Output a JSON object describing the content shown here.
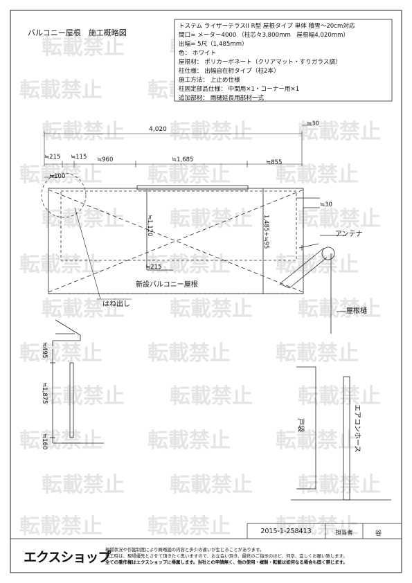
{
  "drawing_title": "バルコニー屋根　施工概略図",
  "spec": {
    "lines": [
      "トステム ライザーテラスII R型 屋根タイプ 単体 積雪～20cm対応",
      "間口= メーター4000 （柱芯々3,800mm　屋根幅4,020mm）",
      "出幅= 5尺（1,485mm）",
      "色： ホワイト",
      "屋根材： ポリカーボネート（クリアマット・すりガラス調）",
      "柱仕様： 出幅自在桁タイプ（柱2本）",
      "施工方法： 上止め仕様",
      "柱固定部品仕様： 中間用×1・コーナー用×1",
      "追加部材： 雨樋延長用部材一式"
    ]
  },
  "dims": {
    "total_width": "4,020",
    "right_30": "≒30",
    "left_215": "≒215",
    "left_115": "≒115",
    "left_100": "≒100",
    "mid_960": "≒960",
    "mid_1685": "≒1,685",
    "right_855": "≒855",
    "depth_1120": "≒1,120",
    "depth_1485": "1,485+≒95",
    "inner_215": "≒215",
    "side_30": "≒30",
    "elev_495": "≒495",
    "elev_1875": "≒1,875",
    "elev_160": "≒160"
  },
  "labels": {
    "roof": "新設バルコニー屋根",
    "overhang": "はね出し",
    "antenna": "アンテナ",
    "gutter": "屋根樋",
    "shutter_box": "戸袋",
    "aircon_hose": "エアコンホース"
  },
  "watermark": "転載禁止",
  "footer": {
    "code": "2015-1-258413",
    "charge_label": "担当者",
    "charge_name": "谷",
    "logo": "エクスショップ",
    "notes": [
      "現場状況や作図制度により概略図の内容と多少の違いが生じることがあります。",
      "施工時は、現場優先とさせて頂きたく思いますので、お立会い頂き、最終のご指示のほど、何卒、宜しくお願い致します。",
      "全ての著作権はエクスショップに帰属します。当社との申請無く、他の使用・複製・転載は如何なる場合も固く禁じます。"
    ]
  }
}
